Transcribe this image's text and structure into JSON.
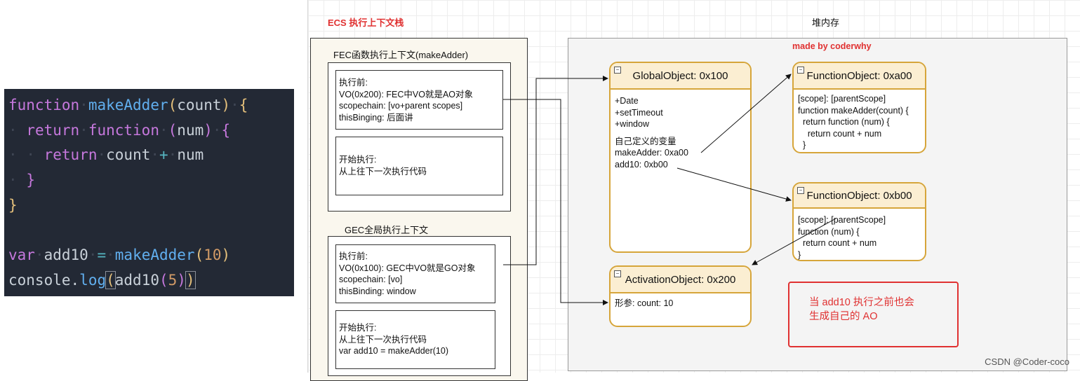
{
  "code": {
    "lines": [
      [
        "function",
        " ",
        "makeAdder",
        "(",
        "count",
        ")",
        " ",
        "{"
      ],
      [
        "return",
        " ",
        "function",
        " ",
        "(",
        "num",
        ")",
        " ",
        "{"
      ],
      [
        "return",
        " ",
        "count",
        " ",
        "+",
        " ",
        "num"
      ],
      [
        "}"
      ],
      [
        "}"
      ],
      [
        "var",
        " ",
        "add10",
        " ",
        "=",
        " ",
        "makeAdder",
        "(",
        "10",
        ")"
      ],
      [
        "console",
        ".",
        "log",
        "(",
        "add10",
        "(",
        "5",
        ")",
        ")"
      ]
    ]
  },
  "diagram": {
    "ecs_title": "ECS 执行上下文栈",
    "heap_title": "堆内存",
    "made_by": "made by coderwhy",
    "fec": {
      "title": "FEC函数执行上下文(makeAdder)",
      "before_label": "执行前:",
      "before_lines": [
        "VO(0x200): FEC中VO就是AO对象",
        "scopechain: [vo+parent scopes]",
        "thisBinging: 后面讲"
      ],
      "start_label": "开始执行:",
      "start_lines": [
        "从上往下一次执行代码"
      ]
    },
    "gec": {
      "title": "GEC全局执行上下文",
      "before_label": "执行前:",
      "before_lines": [
        "VO(0x100): GEC中VO就是GO对象",
        "scopechain: [vo]",
        "thisBinding: window"
      ],
      "start_label": "开始执行:",
      "start_lines": [
        "从上往下一次执行代码",
        "var add10 = makeAdder(10)"
      ]
    },
    "global_object": {
      "title": "GlobalObject: 0x100",
      "lines": [
        "+Date",
        "+setTimeout",
        "+window",
        "",
        "自己定义的变量",
        "makeAdder: 0xa00",
        "add10: 0xb00"
      ]
    },
    "function_object_a00": {
      "title": "FunctionObject: 0xa00",
      "lines": [
        "[scope]: [parentScope]",
        "function makeAdder(count) {",
        "  return function (num) {",
        "    return count + num",
        "  }",
        "}"
      ]
    },
    "function_object_b00": {
      "title": "FunctionObject: 0xb00",
      "lines": [
        "[scope]: [parentScope]",
        "function (num) {",
        "  return count + num",
        "}"
      ]
    },
    "activation_object": {
      "title": "ActivationObject: 0x200",
      "lines": [
        "形参: count: 10"
      ]
    },
    "note": "当 add10 执行之前也会\n生成自己的 AO"
  },
  "watermark": "CSDN @Coder-coco",
  "colors": {
    "code_bg": "#232935",
    "object_border": "#d6a53a",
    "object_header": "#fbeed2",
    "note_red": "#e03131"
  }
}
